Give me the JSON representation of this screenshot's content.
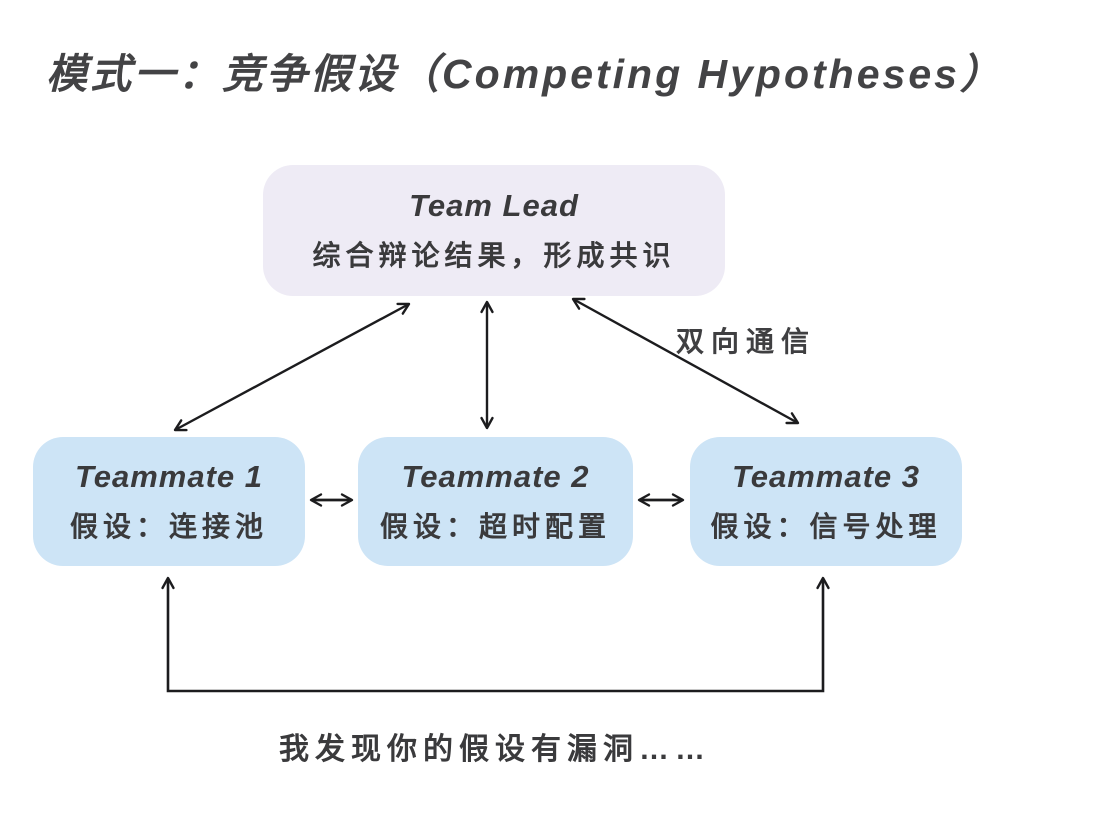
{
  "title": "模式一：竞争假设（Competing Hypotheses）",
  "team_lead": {
    "name": "Team Lead",
    "description": "综合辩论结果，形成共识"
  },
  "teammates": [
    {
      "name": "Teammate 1",
      "hypothesis": "假设：连接池"
    },
    {
      "name": "Teammate 2",
      "hypothesis": "假设：超时配置"
    },
    {
      "name": "Teammate 3",
      "hypothesis": "假设：信号处理"
    }
  ],
  "labels": {
    "bidirectional": "双向通信",
    "debate": "我发现你的假设有漏洞……"
  },
  "connections": [
    "team_lead <-> teammate_1",
    "team_lead <-> teammate_2",
    "team_lead <-> teammate_3",
    "teammate_1 <-> teammate_2",
    "teammate_2 <-> teammate_3",
    "teammate_1 <-> teammate_3 (bottom loop)"
  ],
  "colors": {
    "background": "#FFFFFF",
    "lead_box": "#EEEBF5",
    "teammate_box": "#CDE4F6",
    "text": "#3A3A3C",
    "title_text": "#434345",
    "arrow": "#1C1C1E"
  }
}
